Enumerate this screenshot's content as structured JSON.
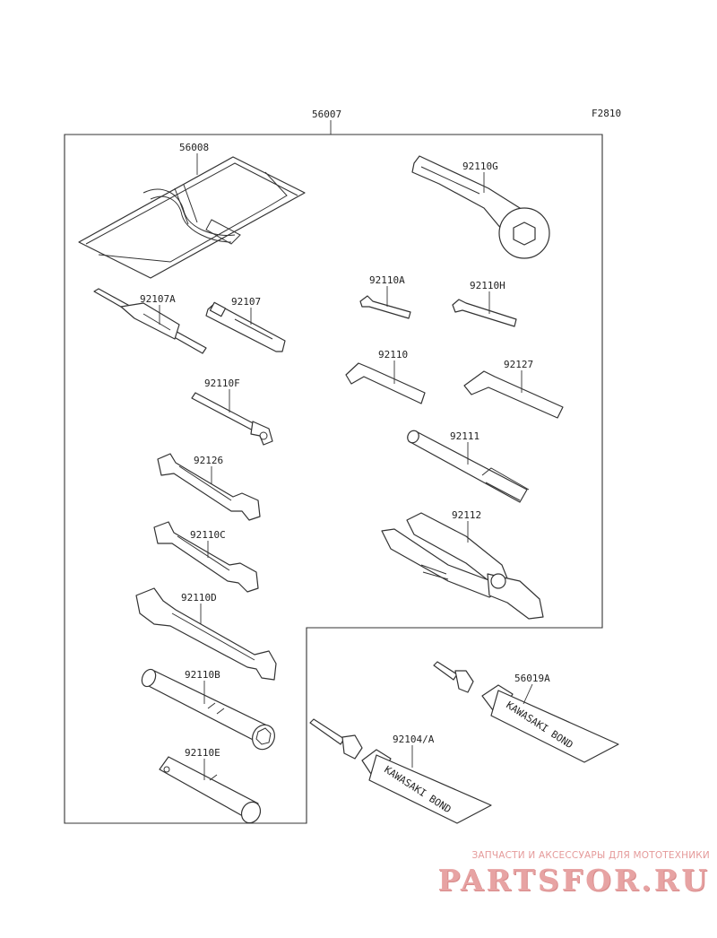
{
  "figure_code": "F2810",
  "assembly_label": "56007",
  "parts": [
    {
      "id": "case",
      "label": "56008"
    },
    {
      "id": "box-wrench",
      "label": "92110G"
    },
    {
      "id": "driver-bit-a",
      "label": "92107A"
    },
    {
      "id": "driver-bit",
      "label": "92107"
    },
    {
      "id": "hex-key-a",
      "label": "92110A"
    },
    {
      "id": "hex-key-h",
      "label": "92110H"
    },
    {
      "id": "hex-key",
      "label": "92110"
    },
    {
      "id": "hex-key-l",
      "label": "92127"
    },
    {
      "id": "wrench-f",
      "label": "92110F"
    },
    {
      "id": "handle-bar",
      "label": "92111"
    },
    {
      "id": "wrench-126",
      "label": "92126"
    },
    {
      "id": "pliers",
      "label": "92112"
    },
    {
      "id": "wrench-c",
      "label": "92110C"
    },
    {
      "id": "wrench-d",
      "label": "92110D"
    },
    {
      "id": "socket-b",
      "label": "92110B"
    },
    {
      "id": "socket-e",
      "label": "92110E"
    },
    {
      "id": "bond-tube-large",
      "label": "56019A",
      "print": "KAWASAKI BOND"
    },
    {
      "id": "bond-tube-small",
      "label": "92104/A",
      "print": "KAWASAKI BOND"
    }
  ],
  "watermark": {
    "tagline": "ЗАПЧАСТИ И АКСЕССУАРЫ ДЛЯ МОТОТЕХНИКИ",
    "logo": "PARTSFOR.RU",
    "color": "#e7a3a3"
  }
}
